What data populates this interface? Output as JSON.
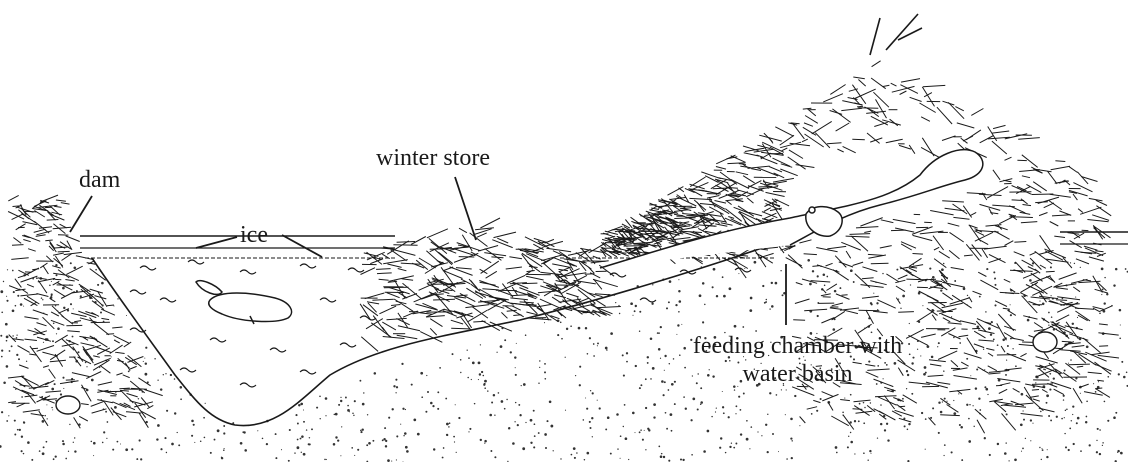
{
  "labels": {
    "dam": "dam",
    "ice": "ice",
    "winter_store": "winter store",
    "feeding_line1": "feeding chamber with",
    "feeding_line2": "water basin"
  },
  "colors": {
    "ink": "#1a1a1a",
    "background": "#ffffff"
  }
}
